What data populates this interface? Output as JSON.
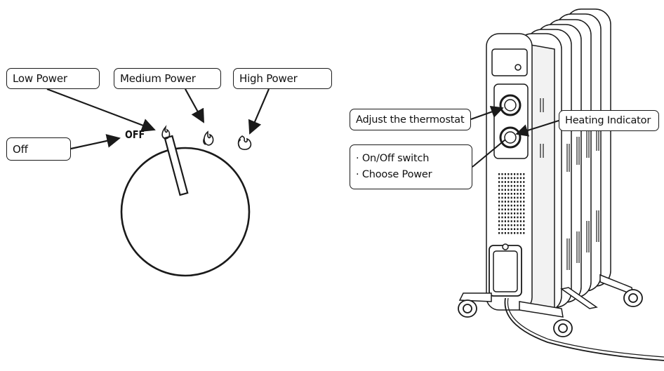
{
  "dial": {
    "off_mark": "OFF"
  },
  "labels": {
    "low_power": "Low Power",
    "medium_power": "Medium Power",
    "high_power": "High Power",
    "off": "Off",
    "adjust_thermostat": "Adjust the thermostat",
    "heating_indicator": "Heating Indicator",
    "switch_lines": [
      "· On/Off switch",
      "· Choose Power"
    ]
  },
  "icons": {
    "low": "flame-small-icon",
    "medium": "flame-medium-icon",
    "high": "flame-large-icon"
  },
  "colors": {
    "line": "#1a1a1a",
    "background": "#ffffff"
  }
}
